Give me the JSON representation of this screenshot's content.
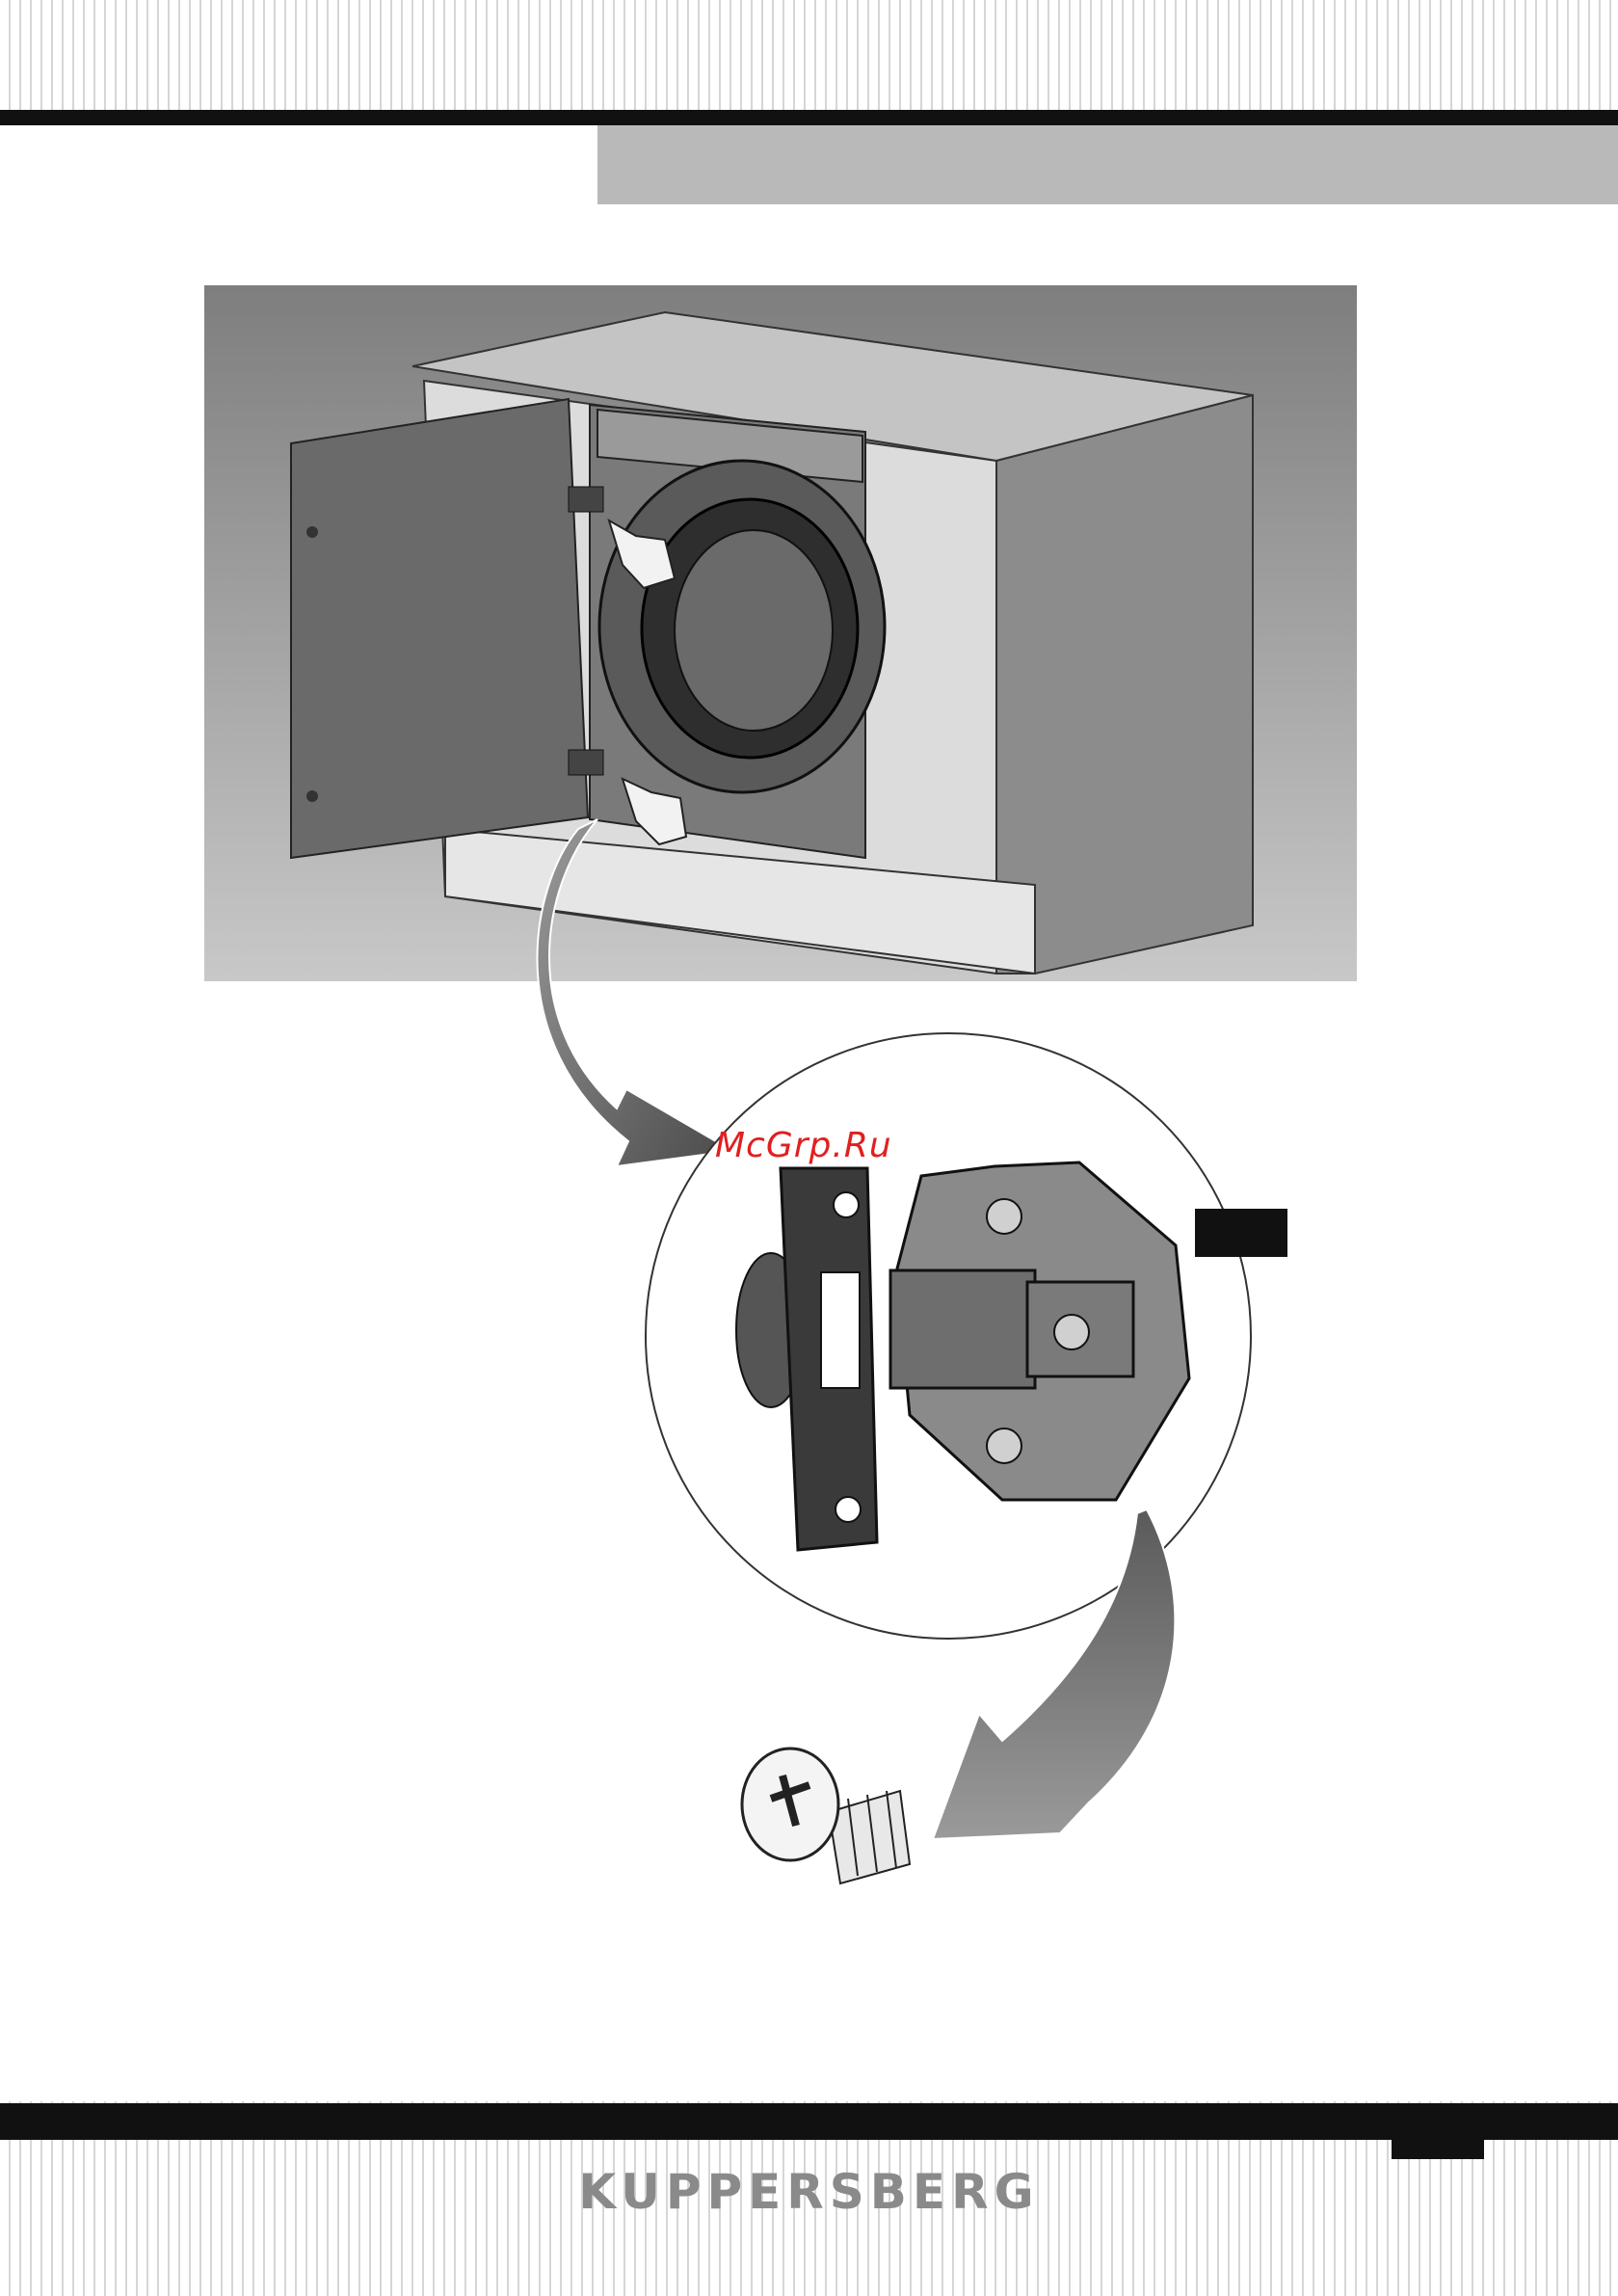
{
  "watermark": "McGrp.Ru",
  "brand": "KUPPERSBERG",
  "icons": [
    "cabinet-washer-illustration",
    "hand-pointer-icon",
    "hinge-detail-icon",
    "screw-icon",
    "curved-arrow-icon"
  ]
}
